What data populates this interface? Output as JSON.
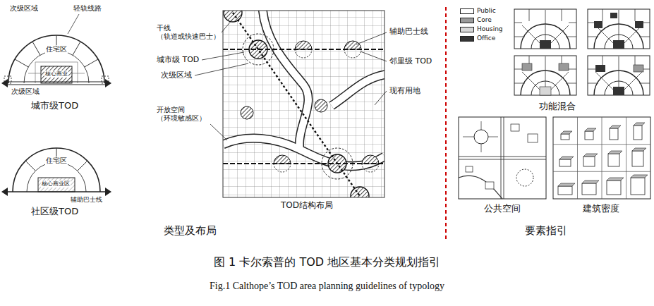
{
  "diagram": {
    "caption": "图 1 卡尔索普的 TOD 地区基本分类规划指引",
    "labels": [
      "次级区域",
      "轻轨线路",
      "住宅区",
      "核心商业",
      "次级区域",
      "城市级TOD",
      "住宅区",
      "核心商业区",
      "辅助巴士线",
      "社区级TOD",
      "干线 （轨道或快速巴士）",
      "城市级 TOD",
      "次级区域",
      "开放空间 （环境敏感区）",
      "TOD结构布局",
      "辅助巴士线",
      "邻里级 TOD",
      "现有用地",
      "类型及布局",
      "功能混合",
      "公共空间",
      "建筑密度",
      "要素指引",
      "Fig.1 Calthope’s TOD area planning guidelines of typology"
    ],
    "legend": [
      {
        "text": "Public",
        "color": "#ffffff"
      },
      {
        "text": "Core",
        "color": "#9a9a9a"
      },
      {
        "text": "Housing",
        "color": "#d8d8d8"
      },
      {
        "text": "Office",
        "color": "#333333"
      }
    ]
  }
}
